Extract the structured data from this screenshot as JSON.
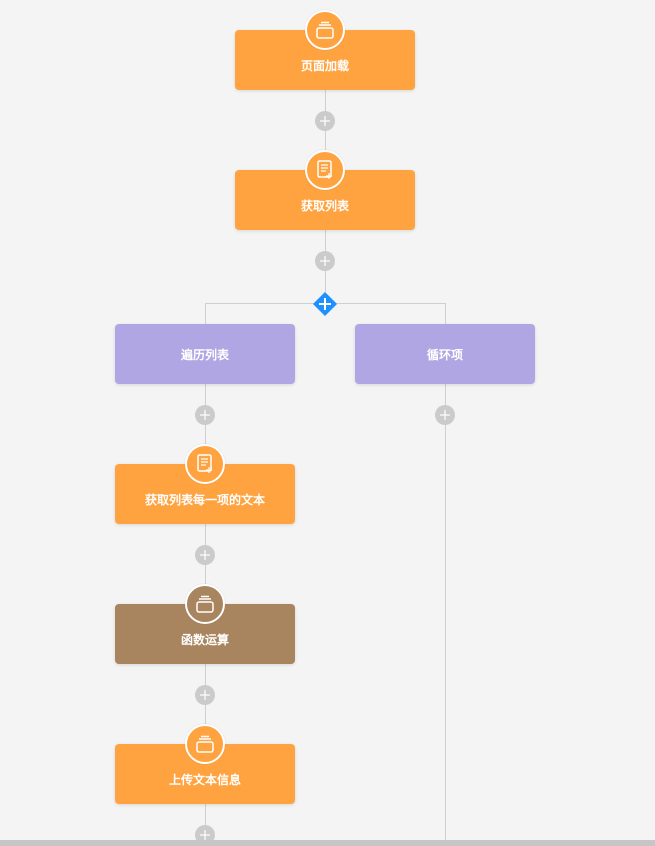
{
  "flow": {
    "nodes": [
      {
        "id": "page-load",
        "label": "页面加载",
        "color": "#ffa340",
        "icon": "stack-icon"
      },
      {
        "id": "get-list",
        "label": "获取列表",
        "color": "#ffa340",
        "icon": "document-icon"
      },
      {
        "id": "iterate-list",
        "label": "遍历列表",
        "color": "#b0a6e3",
        "icon": null
      },
      {
        "id": "loop-item",
        "label": "循环项",
        "color": "#b0a6e3",
        "icon": null
      },
      {
        "id": "get-item-text",
        "label": "获取列表每一项的文本",
        "color": "#ffa340",
        "icon": "document-icon"
      },
      {
        "id": "function-op",
        "label": "函数运算",
        "color": "#a9855f",
        "icon": "stack-icon"
      },
      {
        "id": "upload-text",
        "label": "上传文本信息",
        "color": "#ffa340",
        "icon": "stack-icon"
      }
    ]
  },
  "colors": {
    "background": "#f4f4f4",
    "action": "#ffa340",
    "loop": "#b0a6e3",
    "function": "#a9855f",
    "branch": "#1e90ff",
    "connector": "#cfcfcf",
    "add_button": "#cbcbcb"
  }
}
